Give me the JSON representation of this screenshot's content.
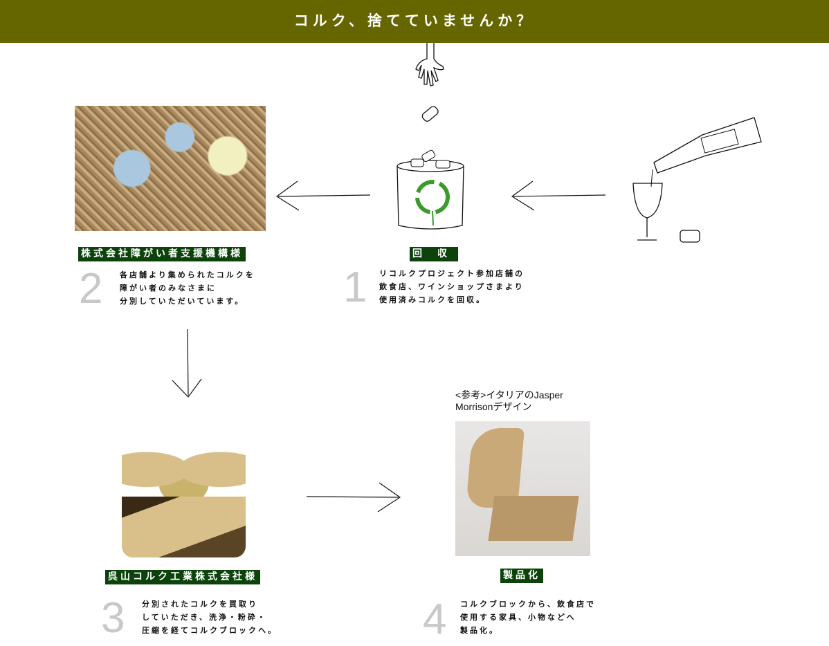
{
  "header": {
    "title": "コルク、捨てていませんか？"
  },
  "steps": [
    {
      "number": "1",
      "label": "回　収",
      "lines": [
        "リコルクプロジェクト参加店舗の",
        "飲食店、ワインショップさまより",
        "使用済みコルクを回収。"
      ]
    },
    {
      "number": "2",
      "label": "株式会社障がい者支援機構様",
      "lines": [
        "各店舗より集められたコルクを",
        "障がい者のみなさまに",
        "分別していただいています。"
      ]
    },
    {
      "number": "3",
      "label": "呉山コルク工業株式会社様",
      "lines": [
        "分別されたコルクを買取り",
        "していただき、洗浄・粉砕・",
        "圧縮を経てコルクブロックへ。"
      ]
    },
    {
      "number": "4",
      "label": "製品化",
      "lines": [
        "コルクブロックから、飲食店で",
        "使用する家具、小物などへ",
        "製品化。"
      ]
    }
  ],
  "reference": {
    "line1": "<参考>イタリアのJasper",
    "line2": "Morrisonデザイン"
  }
}
